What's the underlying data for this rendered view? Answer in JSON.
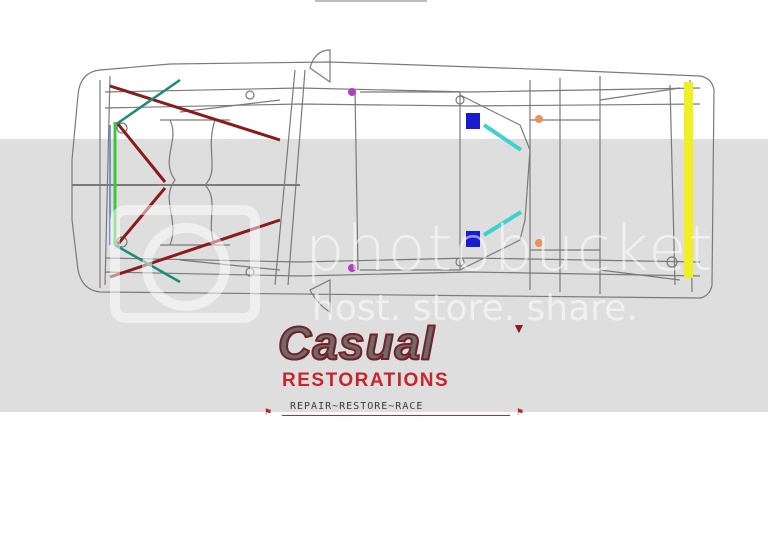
{
  "image": {
    "subject": "Top-down chassis diagram with roll cage / reinforcement highlights",
    "watermark": {
      "brand": "photobucket",
      "tagline": "host. store. share."
    }
  },
  "logo": {
    "name": "Casual",
    "subtitle": "RESTORATIONS",
    "tagline": "REPAIR~RESTORE~RACE",
    "mark": "▼"
  },
  "colors": {
    "background": "#ffffff",
    "band": "#dedede",
    "outline": "#7a7a7a",
    "brace_dark_red": "#8b1a1a",
    "brace_teal": "#1f8a7a",
    "brace_green": "#3cc83c",
    "brace_blue": "#5a7ac8",
    "mount_purple": "#b040c0",
    "mount_blue": "#1a1ad0",
    "link_cyan": "#40d0d0",
    "mount_orange": "#e89060",
    "bar_yellow": "#f0f020",
    "logo_red": "#c8242d"
  }
}
